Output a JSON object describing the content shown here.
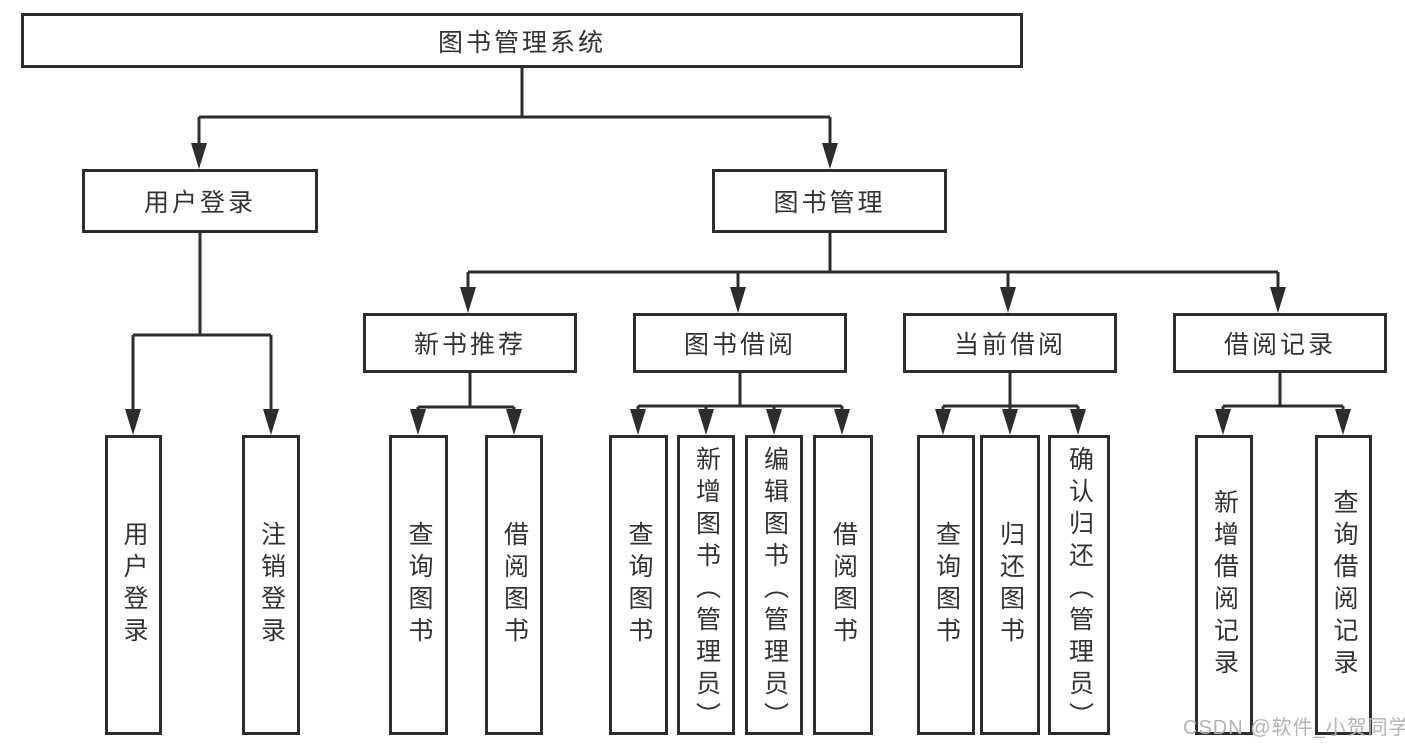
{
  "diagram": {
    "type": "hierarchy-tree",
    "root": {
      "label": "图书管理系统",
      "children": [
        {
          "label": "用户登录",
          "children": [
            {
              "label": "用户登录"
            },
            {
              "label": "注销登录"
            }
          ]
        },
        {
          "label": "图书管理",
          "children": [
            {
              "label": "新书推荐",
              "children": [
                {
                  "label": "查询图书"
                },
                {
                  "label": "借阅图书"
                }
              ]
            },
            {
              "label": "图书借阅",
              "children": [
                {
                  "label": "查询图书"
                },
                {
                  "label": "新增图书（管理员）"
                },
                {
                  "label": "编辑图书（管理员）"
                },
                {
                  "label": "借阅图书"
                }
              ]
            },
            {
              "label": "当前借阅",
              "children": [
                {
                  "label": "查询图书"
                },
                {
                  "label": "归还图书"
                },
                {
                  "label": "确认归还（管理员）"
                }
              ]
            },
            {
              "label": "借阅记录",
              "children": [
                {
                  "label": "新增借阅记录"
                },
                {
                  "label": "查询借阅记录"
                }
              ]
            }
          ]
        }
      ]
    }
  },
  "watermark": {
    "text": "CSDN @软件_小贺同学"
  },
  "colors": {
    "line": "#2d2d2d",
    "text": "#333333",
    "watermark": "#b3b3b3",
    "background": "#ffffff"
  }
}
